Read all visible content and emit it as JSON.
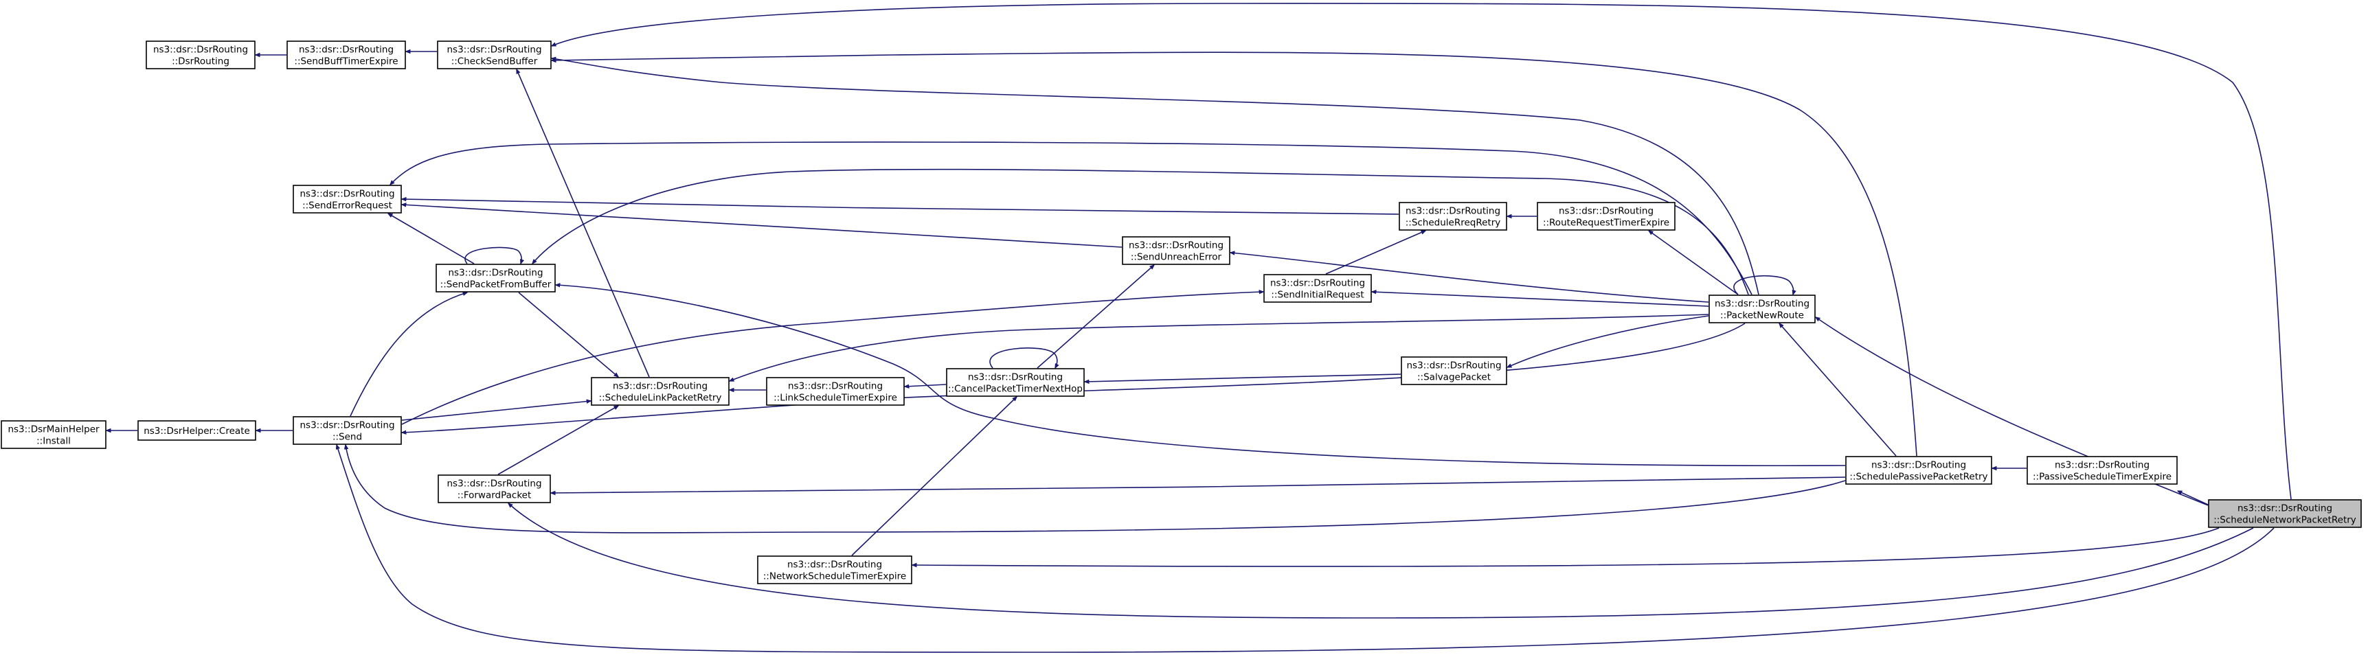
{
  "graph": {
    "root": "ScheduleNetworkPacketRetry",
    "edge_color": "#191970",
    "root_fill": "#bfbfbf",
    "nodes": [
      {
        "id": "DsrRouting",
        "lines": [
          "ns3::dsr::DsrRouting",
          "::DsrRouting"
        ]
      },
      {
        "id": "SendBuffTimerExpire",
        "lines": [
          "ns3::dsr::DsrRouting",
          "::SendBuffTimerExpire"
        ]
      },
      {
        "id": "CheckSendBuffer",
        "lines": [
          "ns3::dsr::DsrRouting",
          "::CheckSendBuffer"
        ]
      },
      {
        "id": "SendErrorRequest",
        "lines": [
          "ns3::dsr::DsrRouting",
          "::SendErrorRequest"
        ]
      },
      {
        "id": "SendPacketFromBuffer",
        "lines": [
          "ns3::dsr::DsrRouting",
          "::SendPacketFromBuffer"
        ]
      },
      {
        "id": "ScheduleRreqRetry",
        "lines": [
          "ns3::dsr::DsrRouting",
          "::ScheduleRreqRetry"
        ]
      },
      {
        "id": "RouteRequestTimerExpire",
        "lines": [
          "ns3::dsr::DsrRouting",
          "::RouteRequestTimerExpire"
        ]
      },
      {
        "id": "SendUnreachError",
        "lines": [
          "ns3::dsr::DsrRouting",
          "::SendUnreachError"
        ]
      },
      {
        "id": "SendInitialRequest",
        "lines": [
          "ns3::dsr::DsrRouting",
          "::SendInitialRequest"
        ]
      },
      {
        "id": "PacketNewRoute",
        "lines": [
          "ns3::dsr::DsrRouting",
          "::PacketNewRoute"
        ]
      },
      {
        "id": "SalvagePacket",
        "lines": [
          "ns3::dsr::DsrRouting",
          "::SalvagePacket"
        ]
      },
      {
        "id": "CancelPacketTimerNextHop",
        "lines": [
          "ns3::dsr::DsrRouting",
          "::CancelPacketTimerNextHop"
        ]
      },
      {
        "id": "LinkScheduleTimerExpire",
        "lines": [
          "ns3::dsr::DsrRouting",
          "::LinkScheduleTimerExpire"
        ]
      },
      {
        "id": "ScheduleLinkPacketRetry",
        "lines": [
          "ns3::dsr::DsrRouting",
          "::ScheduleLinkPacketRetry"
        ]
      },
      {
        "id": "Install",
        "lines": [
          "ns3::DsrMainHelper",
          "::Install"
        ]
      },
      {
        "id": "Create",
        "lines": [
          "ns3::DsrHelper::Create"
        ]
      },
      {
        "id": "Send",
        "lines": [
          "ns3::dsr::DsrRouting",
          "::Send"
        ]
      },
      {
        "id": "ForwardPacket",
        "lines": [
          "ns3::dsr::DsrRouting",
          "::ForwardPacket"
        ]
      },
      {
        "id": "SchedulePassivePacketRetry",
        "lines": [
          "ns3::dsr::DsrRouting",
          "::SchedulePassivePacketRetry"
        ]
      },
      {
        "id": "PassiveScheduleTimerExpire",
        "lines": [
          "ns3::dsr::DsrRouting",
          "::PassiveScheduleTimerExpire"
        ]
      },
      {
        "id": "ScheduleNetworkPacketRetry",
        "lines": [
          "ns3::dsr::DsrRouting",
          "::ScheduleNetworkPacketRetry"
        ]
      },
      {
        "id": "NetworkScheduleTimerExpire",
        "lines": [
          "ns3::dsr::DsrRouting",
          "::NetworkScheduleTimerExpire"
        ]
      }
    ],
    "edges": [
      [
        "SendBuffTimerExpire",
        "DsrRouting"
      ],
      [
        "CheckSendBuffer",
        "SendBuffTimerExpire"
      ],
      [
        "ScheduleNetworkPacketRetry",
        "CheckSendBuffer"
      ],
      [
        "PacketNewRoute",
        "CheckSendBuffer"
      ],
      [
        "SchedulePassivePacketRetry",
        "CheckSendBuffer"
      ],
      [
        "ScheduleLinkPacketRetry",
        "CheckSendBuffer"
      ],
      [
        "SendPacketFromBuffer",
        "SendErrorRequest"
      ],
      [
        "PacketNewRoute",
        "SendErrorRequest"
      ],
      [
        "ScheduleRreqRetry",
        "SendErrorRequest"
      ],
      [
        "SendUnreachError",
        "SendErrorRequest"
      ],
      [
        "SendPacketFromBuffer",
        "SendPacketFromBuffer"
      ],
      [
        "PacketNewRoute",
        "SendPacketFromBuffer"
      ],
      [
        "SchedulePassivePacketRetry",
        "SendPacketFromBuffer"
      ],
      [
        "Send",
        "SendPacketFromBuffer"
      ],
      [
        "RouteRequestTimerExpire",
        "ScheduleRreqRetry"
      ],
      [
        "SendInitialRequest",
        "ScheduleRreqRetry"
      ],
      [
        "PacketNewRoute",
        "RouteRequestTimerExpire"
      ],
      [
        "PacketNewRoute",
        "SendUnreachError"
      ],
      [
        "CancelPacketTimerNextHop",
        "SendUnreachError"
      ],
      [
        "PacketNewRoute",
        "SendInitialRequest"
      ],
      [
        "Send",
        "SendInitialRequest"
      ],
      [
        "PacketNewRoute",
        "PacketNewRoute"
      ],
      [
        "ScheduleNetworkPacketRetry",
        "PacketNewRoute"
      ],
      [
        "SchedulePassivePacketRetry",
        "PacketNewRoute"
      ],
      [
        "PacketNewRoute",
        "SalvagePacket"
      ],
      [
        "SalvagePacket",
        "CancelPacketTimerNextHop"
      ],
      [
        "CancelPacketTimerNextHop",
        "CancelPacketTimerNextHop"
      ],
      [
        "NetworkScheduleTimerExpire",
        "CancelPacketTimerNextHop"
      ],
      [
        "CancelPacketTimerNextHop",
        "LinkScheduleTimerExpire"
      ],
      [
        "LinkScheduleTimerExpire",
        "ScheduleLinkPacketRetry"
      ],
      [
        "PacketNewRoute",
        "ScheduleLinkPacketRetry"
      ],
      [
        "SendPacketFromBuffer",
        "ScheduleLinkPacketRetry"
      ],
      [
        "Send",
        "ScheduleLinkPacketRetry"
      ],
      [
        "ForwardPacket",
        "ScheduleLinkPacketRetry"
      ],
      [
        "Create",
        "Install"
      ],
      [
        "Send",
        "Create"
      ],
      [
        "PacketNewRoute",
        "Send"
      ],
      [
        "SchedulePassivePacketRetry",
        "Send"
      ],
      [
        "ScheduleNetworkPacketRetry",
        "Send"
      ],
      [
        "SchedulePassivePacketRetry",
        "ForwardPacket"
      ],
      [
        "ScheduleNetworkPacketRetry",
        "ForwardPacket"
      ],
      [
        "PassiveScheduleTimerExpire",
        "SchedulePassivePacketRetry"
      ],
      [
        "SendPacketFromBuffer",
        "SchedulePassivePacketRetry"
      ],
      [
        "ScheduleNetworkPacketRetry",
        "PassiveScheduleTimerExpire"
      ],
      [
        "ScheduleNetworkPacketRetry",
        "NetworkScheduleTimerExpire"
      ]
    ]
  }
}
